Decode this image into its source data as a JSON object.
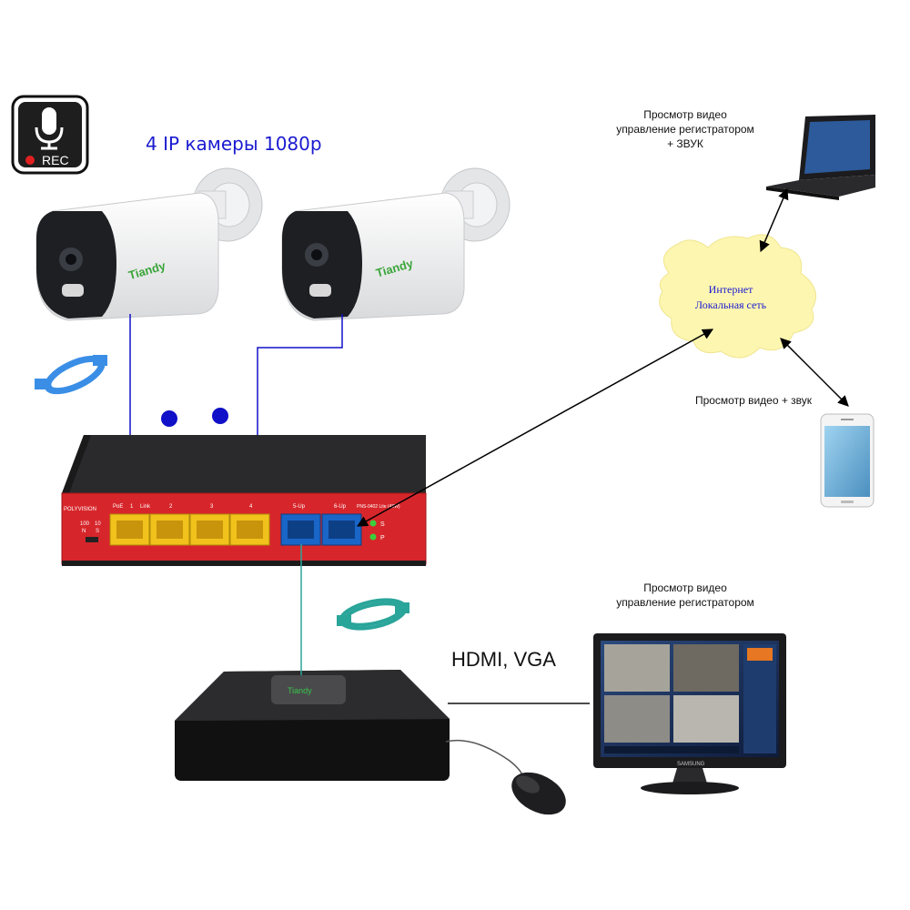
{
  "title": "4 IP камеры 1080p",
  "rec_badge": {
    "text": "REC",
    "icon": "microphone-icon"
  },
  "cameras": [
    {
      "brand": "Tiandy"
    },
    {
      "brand": "Tiandy"
    }
  ],
  "switch": {
    "brand": "POLYVISION",
    "header_left": "PoE",
    "header_link": "Link",
    "port_labels": [
      "1",
      "2",
      "3",
      "4",
      "5-Up",
      "6-Up"
    ],
    "model": "PNS-0402 Lite (48W)",
    "speed_labels": [
      "100",
      "10",
      "N",
      "S"
    ],
    "led_labels": [
      "S",
      "P"
    ]
  },
  "cloud": {
    "line1": "Интернет",
    "line2": "Локальная сеть"
  },
  "laptop_label": {
    "line1": "Просмотр видео",
    "line2": "управление регистратором",
    "line3": "+ ЗВУК"
  },
  "phone_label": "Просмотр видео + звук",
  "monitor_label": {
    "line1": "Просмотр видео",
    "line2": "управление регистратором"
  },
  "monitor_brand": "SAMSUNG",
  "nvr_brand": "Tiandy",
  "hdmi_label": "HDMI, VGA",
  "colors": {
    "title_blue": "#1a1ad0",
    "cable_blue": "#1010c8",
    "cable_teal": "#2aa59a",
    "switch_red": "#d7262b",
    "port_yellow": "#f1c21b",
    "port_blue": "#1a66c8",
    "cloud_yellow": "#fdf6b0"
  }
}
